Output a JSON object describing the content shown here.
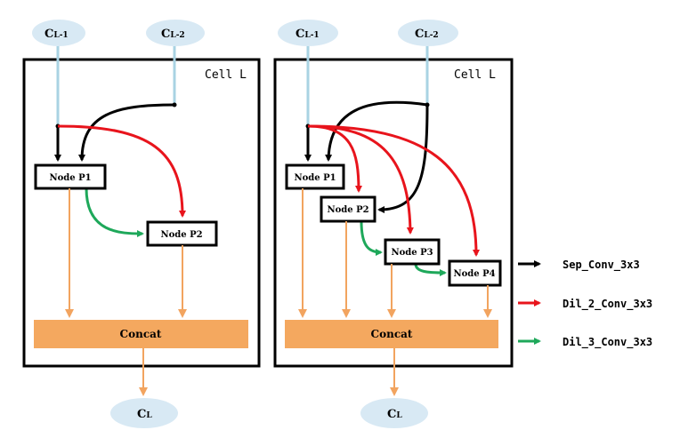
{
  "inputs": {
    "c_l_minus_1": "C",
    "c_l_minus_1_sub": "L-1",
    "c_l_minus_2": "C",
    "c_l_minus_2_sub": "L-2",
    "c_l": "C",
    "c_l_sub": "L"
  },
  "left_cell": {
    "title": "Cell L",
    "nodes": [
      "Node P1",
      "Node P2"
    ],
    "concat": "Concat"
  },
  "right_cell": {
    "title": "Cell L",
    "nodes": [
      "Node P1",
      "Node P2",
      "Node P3",
      "Node P4"
    ],
    "concat": "Concat"
  },
  "legend": [
    {
      "label": "Sep_Conv_3x3",
      "color": "#000000"
    },
    {
      "label": "Dil_2_Conv_3x3",
      "color": "#e8141c"
    },
    {
      "label": "Dil_3_Conv_3x3",
      "color": "#1ea85a"
    }
  ],
  "colors": {
    "input_fill": "#d8e9f4",
    "input_line": "#a9d3e3",
    "concat_fill": "#f4a85f",
    "orange_line": "#f2a45f",
    "black": "#000000",
    "red": "#e8141c",
    "green": "#1ea85a"
  }
}
